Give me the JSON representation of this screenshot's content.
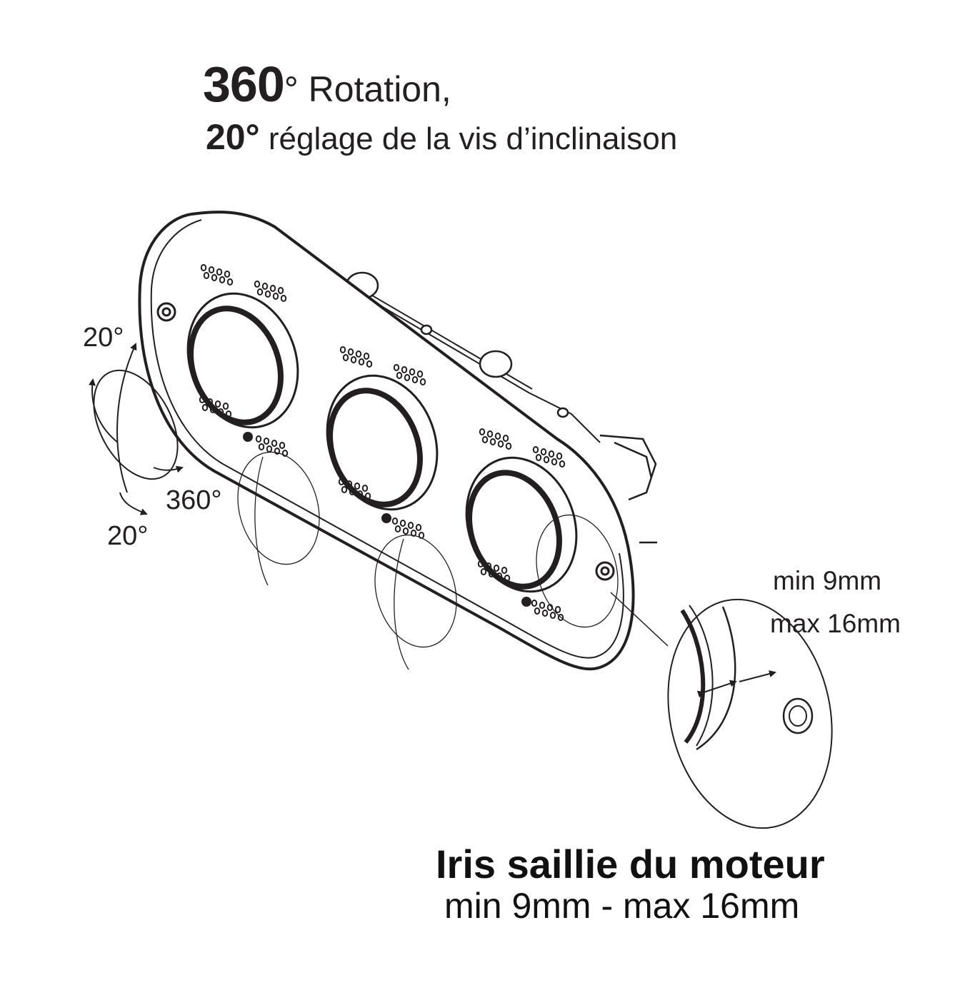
{
  "heading": {
    "line1_value": "360",
    "line1_text": "° Rotation,",
    "line2_value": "20°",
    "line2_text": " réglage de la vis d’inclinaison"
  },
  "angle_labels": {
    "tilt_top": "20°",
    "rotation": "360°",
    "tilt_bottom": "20°"
  },
  "detail_labels": {
    "min": "min 9mm",
    "max": "max 16mm"
  },
  "caption": {
    "title": "Iris saillie du moteur",
    "subtitle": "min 9mm - max 16mm"
  },
  "colors": {
    "line": "#231f20",
    "background": "#ffffff"
  }
}
